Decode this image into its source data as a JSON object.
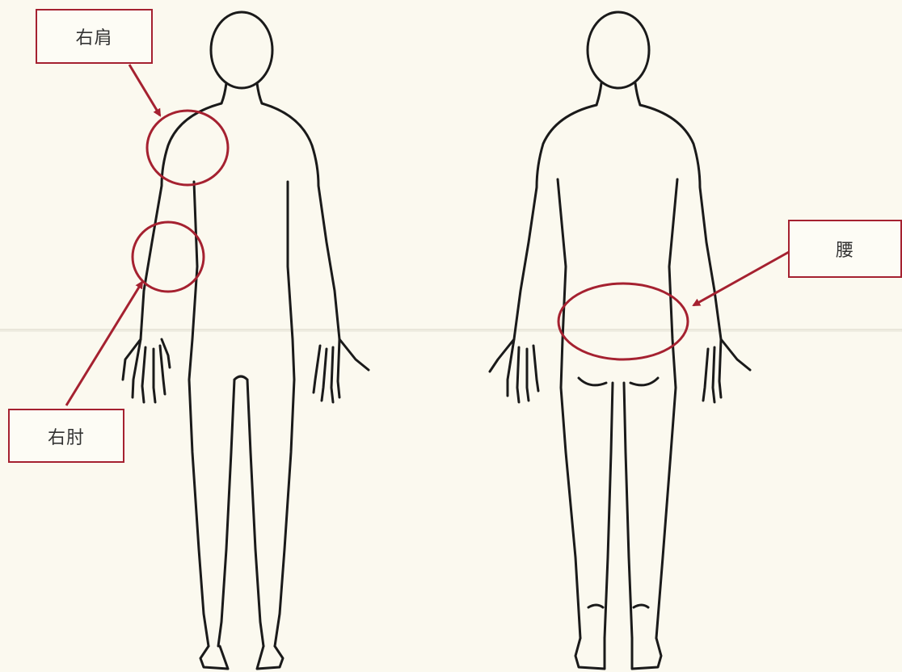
{
  "colors": {
    "marker": "#a52130",
    "outline": "#1a1a1a",
    "paper": "#fbf9ef"
  },
  "labels": {
    "right_shoulder": "右肩",
    "right_elbow": "右肘",
    "lower_back": "腰"
  }
}
